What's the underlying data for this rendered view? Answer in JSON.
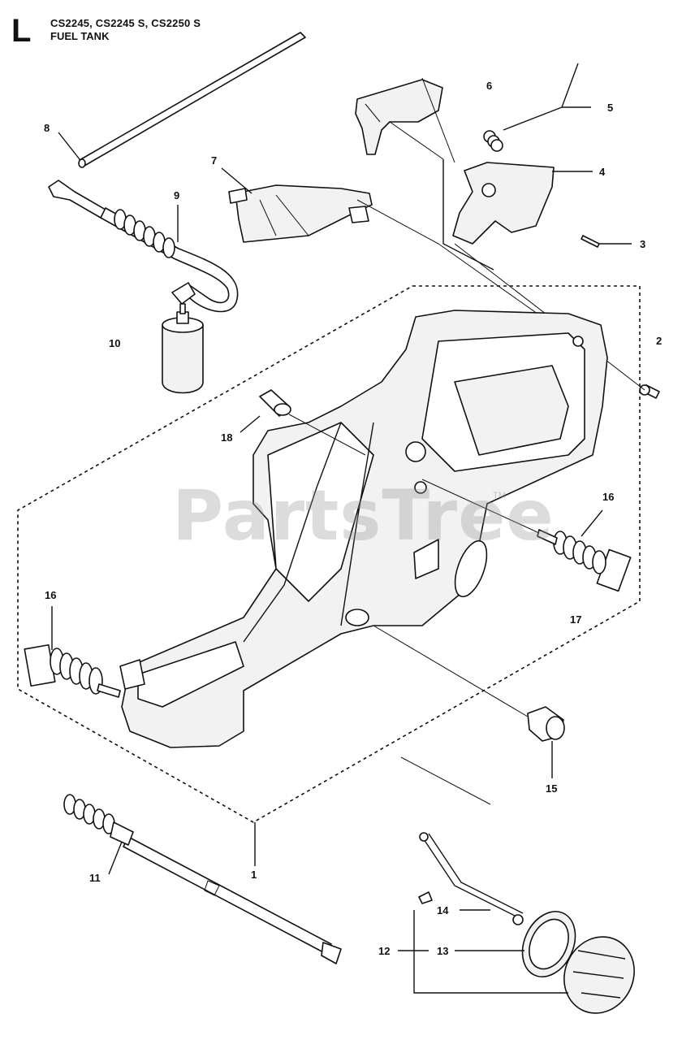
{
  "header": {
    "letter": "L",
    "models": "CS2245, CS2245 S, CS2250 S",
    "section_title": "FUEL TANK"
  },
  "watermark": {
    "text": "PartsTree",
    "tm": "TM"
  },
  "callouts": {
    "c1": "1",
    "c2": "2",
    "c3": "3",
    "c4": "4",
    "c5": "5",
    "c6": "6",
    "c7": "7",
    "c8": "8",
    "c9": "9",
    "c10": "10",
    "c11": "11",
    "c12": "12",
    "c13": "13",
    "c14": "14",
    "c15": "15",
    "c16a": "16",
    "c16b": "16",
    "c17": "17",
    "c18": "18"
  }
}
